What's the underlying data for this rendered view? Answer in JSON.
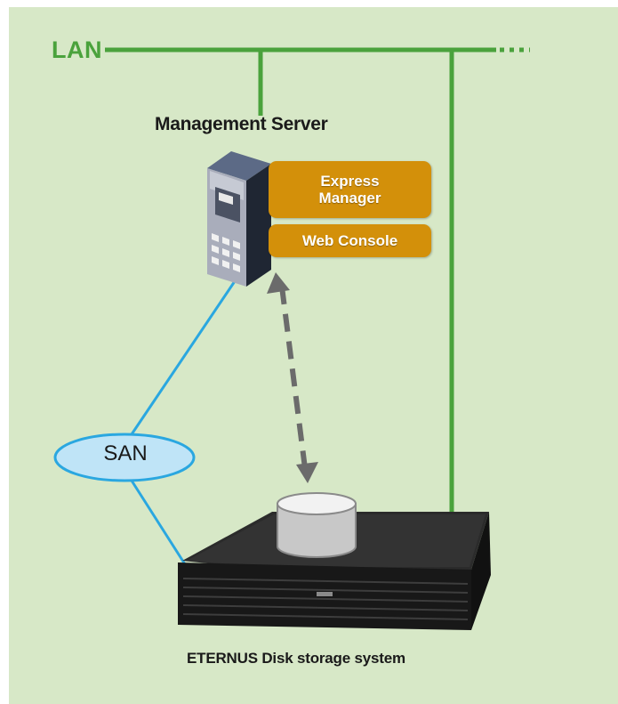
{
  "labels": {
    "network": "LAN",
    "server": "Management Server",
    "app_express_line1": "Express",
    "app_express_line2": "Manager",
    "app_web_console": "Web Console",
    "san": "SAN",
    "storage": "ETERNUS Disk storage system"
  },
  "colors": {
    "background": "#d7e8c7",
    "lan_line": "#4aa23c",
    "san_line": "#2aa7e0",
    "app_box": "#d3900a",
    "san_ellipse_fill": "#bfe4f7",
    "san_ellipse_stroke": "#2aa7e0",
    "access_arrow": "#6b6b6b"
  },
  "icons": {
    "server": "tower-server-icon",
    "storage": "rack-storage-icon",
    "disk": "disk-cylinder-icon",
    "access": "dashed-double-arrow"
  }
}
